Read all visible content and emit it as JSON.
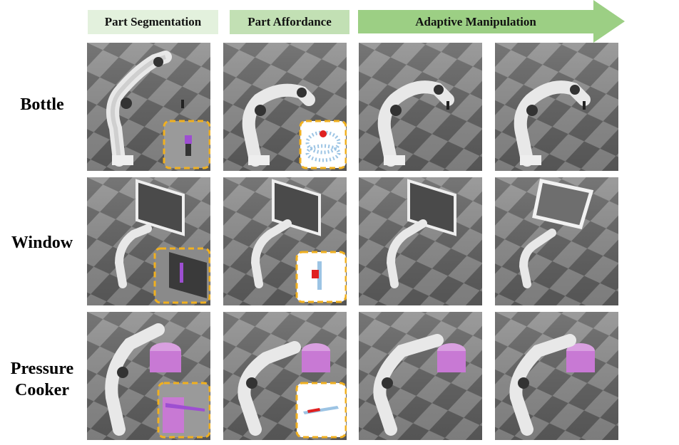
{
  "header": {
    "part_segmentation": "Part Segmentation",
    "part_affordance": "Part Affordance",
    "adaptive_manipulation": "Adaptive Manipulation",
    "colors": {
      "light_green": "#e3f1dd",
      "mid_green": "#c2e0b4",
      "arrow_green": "#9ccf84"
    }
  },
  "rows": [
    {
      "label_line1": "Bottle",
      "label_line2": ""
    },
    {
      "label_line1": "Window",
      "label_line2": ""
    },
    {
      "label_line1": "Pressure",
      "label_line2": "Cooker"
    }
  ],
  "colors": {
    "inset_border": "#f0b020",
    "segment_purple": "#9d4fd1",
    "affordance_red": "#e02020",
    "affordance_blue": "#9cc4e4"
  }
}
